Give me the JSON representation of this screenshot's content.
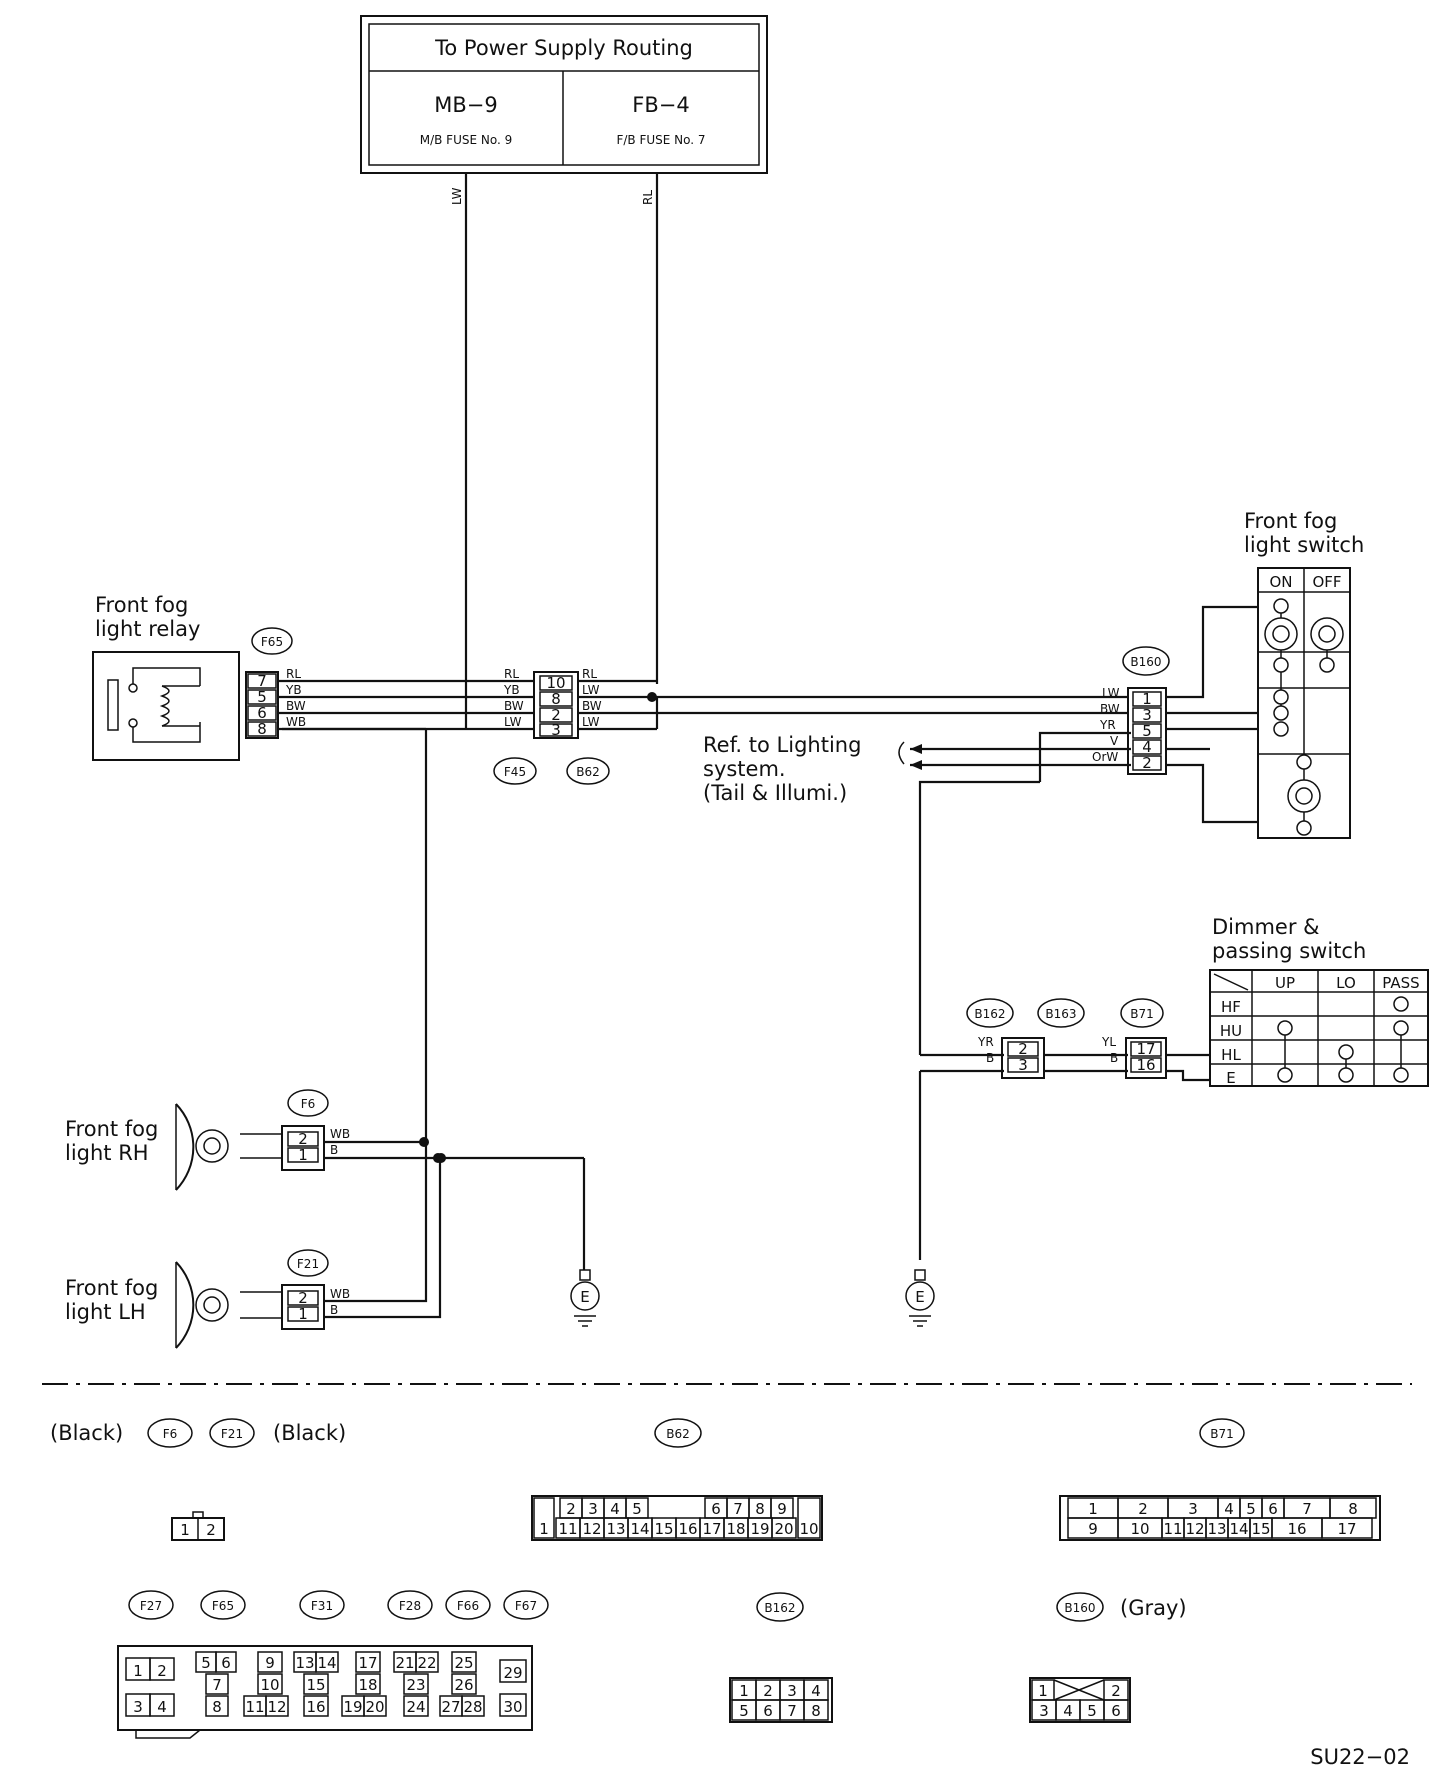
{
  "power": {
    "title": "To Power Supply Routing",
    "left_code": "MB−9",
    "left_sub": "M/B FUSE No. 9",
    "right_code": "FB−4",
    "right_sub": "F/B FUSE No. 7"
  },
  "components": {
    "relay_l1": "Front fog",
    "relay_l2": "light relay",
    "switch_l1": "Front fog",
    "switch_l2": "light switch",
    "rh_l1": "Front fog",
    "rh_l2": "light RH",
    "lh_l1": "Front fog",
    "lh_l2": "light LH",
    "dimmer_l1": "Dimmer &",
    "dimmer_l2": "passing switch",
    "ref_l1": "Ref. to Lighting",
    "ref_l2": "system.",
    "ref_l3": "(Tail & Illumi.)",
    "ground": "E"
  },
  "connectors": {
    "F65": "F65",
    "F45": "F45",
    "B62": "B62",
    "B160": "B160",
    "B162": "B162",
    "B163": "B163",
    "B71": "B71",
    "F6": "F6",
    "F21": "F21",
    "F27": "F27",
    "F31": "F31",
    "F28": "F28",
    "F66": "F66",
    "F67": "F67"
  },
  "wires": {
    "LW": "LW",
    "RL": "RL",
    "YB": "YB",
    "BW": "BW",
    "WB": "WB",
    "B": "B",
    "YR": "YR",
    "V": "V",
    "OrW": "OrW",
    "YL": "YL"
  },
  "pins": {
    "relay": [
      "7",
      "5",
      "6",
      "8"
    ],
    "f45": [
      "10",
      "8",
      "2",
      "3"
    ],
    "b160": [
      "1",
      "3",
      "5",
      "4",
      "2"
    ],
    "b162": [
      "2",
      "3"
    ],
    "b71": [
      "17",
      "16"
    ],
    "lamp": [
      "2",
      "1"
    ]
  },
  "switch_table": {
    "on": "ON",
    "off": "OFF"
  },
  "dimmer_table": {
    "cols": [
      "UP",
      "LO",
      "PASS"
    ],
    "rows": [
      "HF",
      "HU",
      "HL",
      "E"
    ]
  },
  "legend": {
    "black1": "(Black)",
    "black2": "(Black)",
    "gray": "(Gray)",
    "f6_pins": [
      "1",
      "2"
    ],
    "b62_top": [
      "2",
      "3",
      "4",
      "5",
      "6",
      "7",
      "8",
      "9"
    ],
    "b62_bot": [
      "11",
      "12",
      "13",
      "14",
      "15",
      "16",
      "17",
      "18",
      "19",
      "20"
    ],
    "b62_side": [
      "1",
      "10"
    ],
    "b71_top": [
      "1",
      "2",
      "3",
      "4",
      "5",
      "6",
      "7",
      "8"
    ],
    "b71_bot": [
      "9",
      "10",
      "11",
      "12",
      "13",
      "14",
      "15",
      "16",
      "17"
    ],
    "b162_top": [
      "1",
      "2",
      "3",
      "4"
    ],
    "b162_bot": [
      "5",
      "6",
      "7",
      "8"
    ],
    "b160_top": [
      "1",
      "2"
    ],
    "b160_bot": [
      "3",
      "4",
      "5",
      "6"
    ],
    "f27_a": [
      "1",
      "2",
      "3",
      "4"
    ],
    "f27_b": [
      "5",
      "6",
      "7",
      "8"
    ],
    "f27_c": [
      "9",
      "10",
      "11",
      "12"
    ],
    "f27_d": [
      "13",
      "14",
      "15",
      "16"
    ],
    "f27_e": [
      "17",
      "18",
      "19",
      "20"
    ],
    "f27_f": [
      "21",
      "22",
      "23",
      "24"
    ],
    "f27_g": [
      "25",
      "26",
      "27",
      "28"
    ],
    "f27_h": [
      "29",
      "30"
    ]
  },
  "code": "SU22−02"
}
